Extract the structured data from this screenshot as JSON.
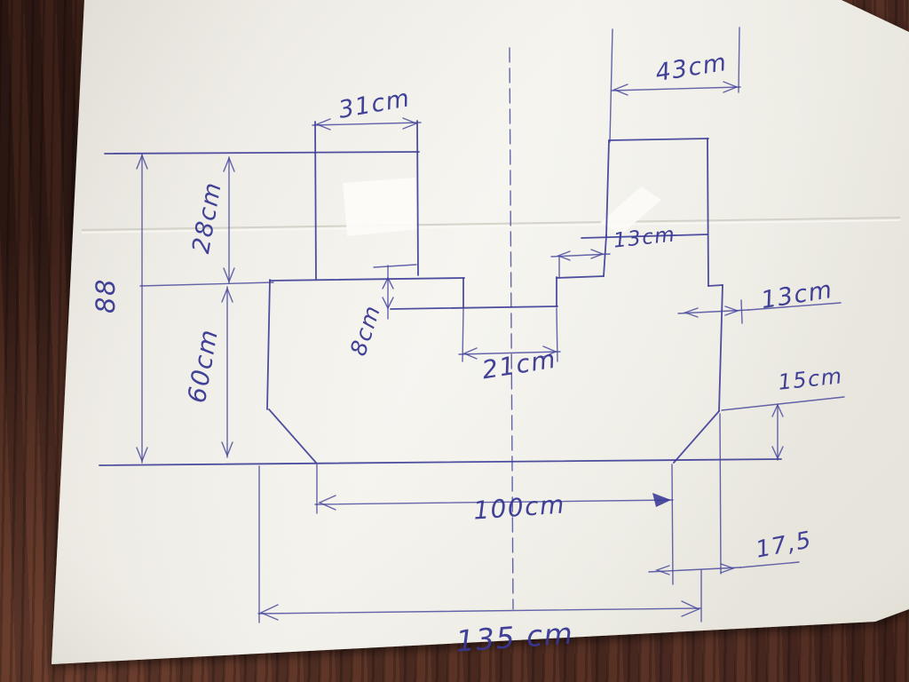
{
  "photo": {
    "subject": "hand-drawn dimensioned sketch of a worktop outline on a sheet of paper lying on a dark wooden table",
    "colors": {
      "pen": "#3c3c97",
      "paper": "#f2f0ea",
      "table_wood": "#3a231c"
    }
  },
  "dimensions": {
    "tab_left_width": "31cm",
    "tab_right_width": "43cm",
    "left_upper_height": "28cm",
    "left_total_height": "88",
    "left_lower_height": "60cm",
    "notch_depth": "8cm",
    "notch_width": "21cm",
    "step_middle_width": "13cm",
    "right_offset_width": "13cm",
    "right_edge_height": "15cm",
    "bottom_inner_width": "100cm",
    "bottom_right_offset": "17,5",
    "bottom_total_width": "135 cm"
  }
}
